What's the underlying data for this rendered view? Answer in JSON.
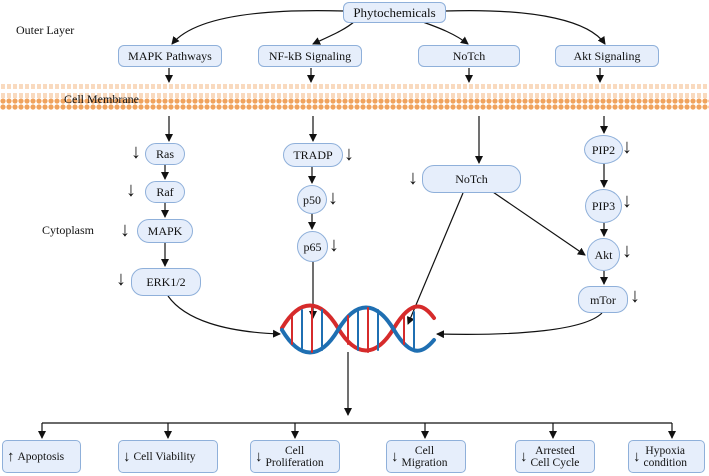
{
  "layers": {
    "outer": "Outer Layer",
    "membrane": "Cell Membrane",
    "cytoplasm": "Cytoplasm"
  },
  "top": {
    "phytochemicals": "Phytochemicals"
  },
  "pathways": {
    "mapk": "MAPK Pathways",
    "nfkb": "NF-kB Signaling",
    "notch": "NoTch",
    "akt": "Akt Signaling"
  },
  "nodes": {
    "ras": "Ras",
    "raf": "Raf",
    "mapk": "MAPK",
    "erk": "ERK1/2",
    "tradp": "TRADP",
    "p50": "p50",
    "p65": "p65",
    "notch": "NoTch",
    "pip2": "PIP2",
    "pip3": "PIP3",
    "akt": "Akt",
    "mtor": "mTor"
  },
  "indicator_glyphs": {
    "down": "↓",
    "up": "↑"
  },
  "outcomes": [
    {
      "line1": "Apoptosis",
      "line2": "",
      "arrow": "↑"
    },
    {
      "line1": "Cell Viability",
      "line2": "",
      "arrow": "↓"
    },
    {
      "line1": "Cell",
      "line2": "Proliferation",
      "arrow": "↓"
    },
    {
      "line1": "Cell",
      "line2": "Migration",
      "arrow": "↓"
    },
    {
      "line1": "Arrested",
      "line2": "Cell Cycle",
      "arrow": "↓"
    },
    {
      "line1": "Hypoxia",
      "line2": "condition",
      "arrow": "↓"
    }
  ],
  "colors": {
    "box_fill": "#e6eefb",
    "box_border": "#8fb0da",
    "membrane": "#f0a35e",
    "dna_red": "#d62b2b",
    "dna_blue": "#1f6fb2"
  }
}
